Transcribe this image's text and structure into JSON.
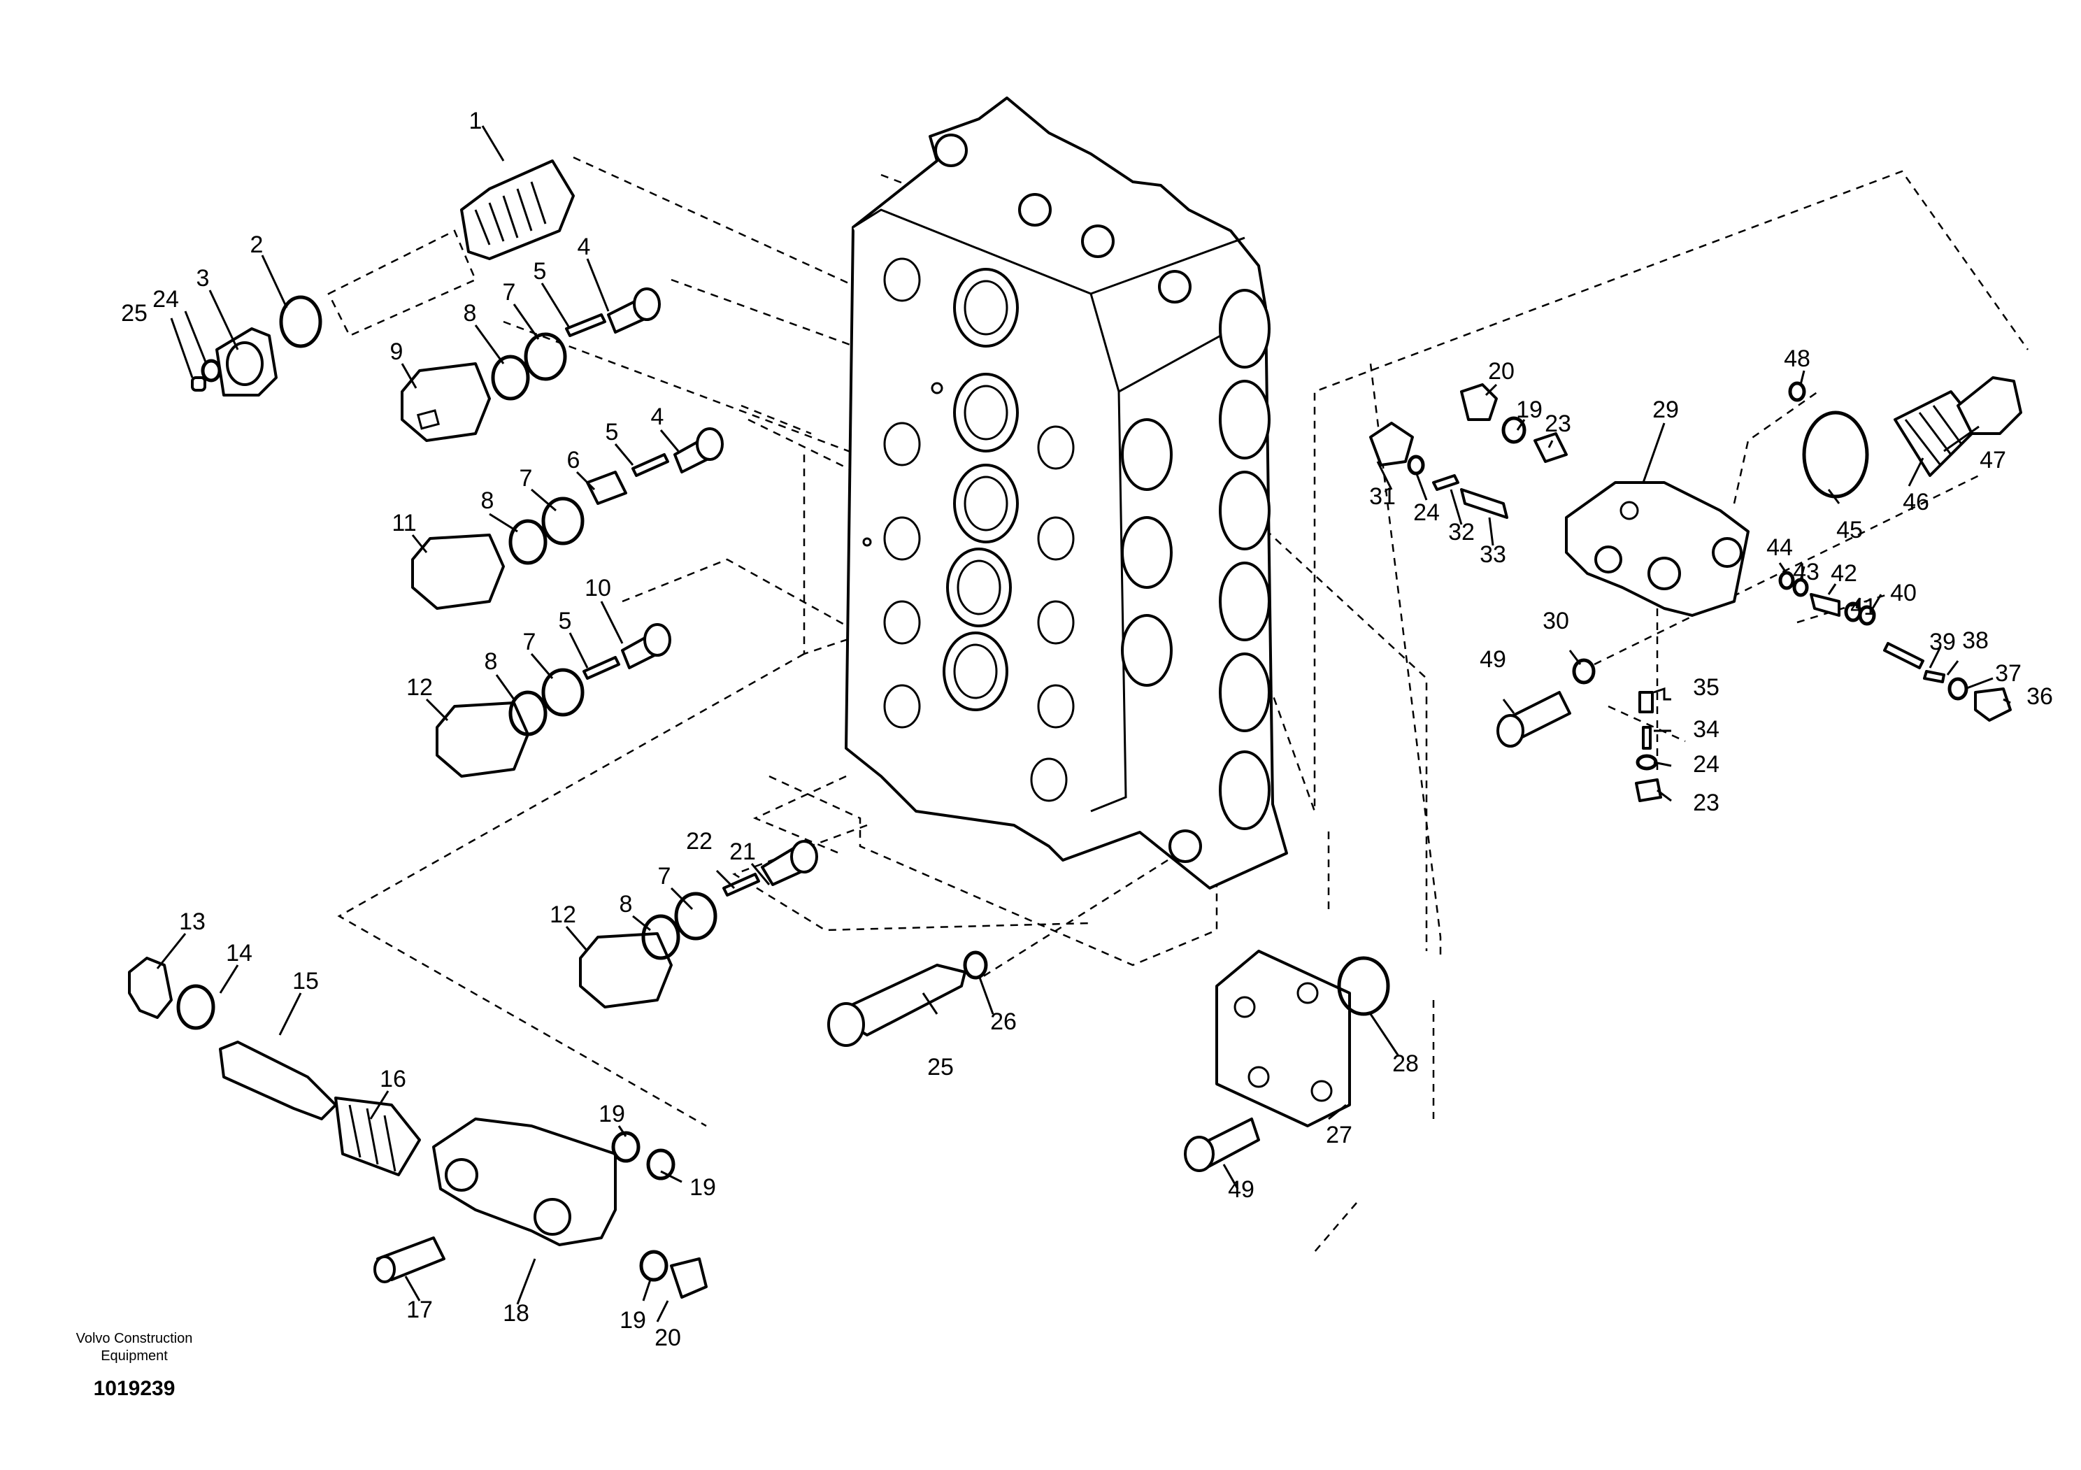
{
  "footer": {
    "manufacturer_line1": "Volvo Construction",
    "manufacturer_line2": "Equipment",
    "drawing_number": "1019239"
  },
  "callouts": [
    {
      "id": "c1",
      "label": "1"
    },
    {
      "id": "c2",
      "label": "2"
    },
    {
      "id": "c3",
      "label": "3"
    },
    {
      "id": "c24a",
      "label": "24"
    },
    {
      "id": "c25a",
      "label": "25"
    },
    {
      "id": "c4a",
      "label": "4"
    },
    {
      "id": "c5a",
      "label": "5"
    },
    {
      "id": "c7a",
      "label": "7"
    },
    {
      "id": "c8a",
      "label": "8"
    },
    {
      "id": "c9",
      "label": "9"
    },
    {
      "id": "c6",
      "label": "6"
    },
    {
      "id": "c5b",
      "label": "5"
    },
    {
      "id": "c4b",
      "label": "4"
    },
    {
      "id": "c7b",
      "label": "7"
    },
    {
      "id": "c8b",
      "label": "8"
    },
    {
      "id": "c11",
      "label": "11"
    },
    {
      "id": "c10",
      "label": "10"
    },
    {
      "id": "c5c",
      "label": "5"
    },
    {
      "id": "c7c",
      "label": "7"
    },
    {
      "id": "c8c",
      "label": "8"
    },
    {
      "id": "c12a",
      "label": "12"
    },
    {
      "id": "c21",
      "label": "21"
    },
    {
      "id": "c22",
      "label": "22"
    },
    {
      "id": "c7d",
      "label": "7"
    },
    {
      "id": "c8d",
      "label": "8"
    },
    {
      "id": "c12b",
      "label": "12"
    },
    {
      "id": "c13",
      "label": "13"
    },
    {
      "id": "c14",
      "label": "14"
    },
    {
      "id": "c15",
      "label": "15"
    },
    {
      "id": "c16",
      "label": "16"
    },
    {
      "id": "c19a",
      "label": "19"
    },
    {
      "id": "c19b",
      "label": "19"
    },
    {
      "id": "c19c",
      "label": "19"
    },
    {
      "id": "c20a",
      "label": "20"
    },
    {
      "id": "c17",
      "label": "17"
    },
    {
      "id": "c18",
      "label": "18"
    },
    {
      "id": "c25b",
      "label": "25"
    },
    {
      "id": "c26",
      "label": "26"
    },
    {
      "id": "c27",
      "label": "27"
    },
    {
      "id": "c28",
      "label": "28"
    },
    {
      "id": "c49b",
      "label": "49"
    },
    {
      "id": "c20b",
      "label": "20"
    },
    {
      "id": "c19d",
      "label": "19"
    },
    {
      "id": "c23a",
      "label": "23"
    },
    {
      "id": "c29",
      "label": "29"
    },
    {
      "id": "c31",
      "label": "31"
    },
    {
      "id": "c24b",
      "label": "24"
    },
    {
      "id": "c32",
      "label": "32"
    },
    {
      "id": "c33",
      "label": "33"
    },
    {
      "id": "c48",
      "label": "48"
    },
    {
      "id": "c47",
      "label": "47"
    },
    {
      "id": "c46",
      "label": "46"
    },
    {
      "id": "c45",
      "label": "45"
    },
    {
      "id": "c30",
      "label": "30"
    },
    {
      "id": "c49a",
      "label": "49"
    },
    {
      "id": "c44",
      "label": "44"
    },
    {
      "id": "c43",
      "label": "43"
    },
    {
      "id": "c42",
      "label": "42"
    },
    {
      "id": "c41",
      "label": "41"
    },
    {
      "id": "c40",
      "label": "40"
    },
    {
      "id": "c39",
      "label": "39"
    },
    {
      "id": "c38",
      "label": "38"
    },
    {
      "id": "c37",
      "label": "37"
    },
    {
      "id": "c36",
      "label": "36"
    },
    {
      "id": "c35",
      "label": "35"
    },
    {
      "id": "c34",
      "label": "34"
    },
    {
      "id": "c24c",
      "label": "24"
    },
    {
      "id": "c23b",
      "label": "23"
    }
  ]
}
